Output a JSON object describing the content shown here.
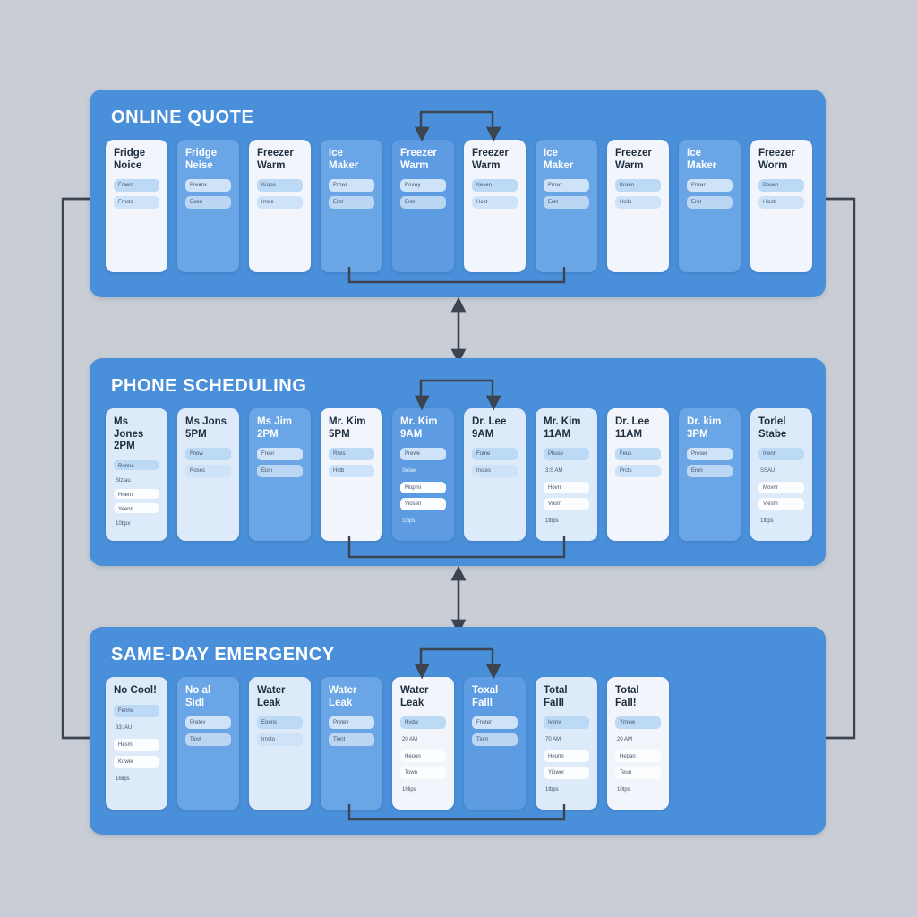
{
  "canvas": {
    "background": "#c9ced6",
    "panel_color": "#4a8fd9",
    "connector_color": "#3c4450",
    "card_white": "#f2f6fc",
    "card_pale": "#dceafa",
    "card_blue": "#6aa6e6",
    "card_blue_dark": "#5d9ce3"
  },
  "panels": [
    {
      "id": "online-quote",
      "title": "ONLINE QUOTE",
      "cards": [
        {
          "title": "Fridge\nNoice",
          "variant": "v0",
          "rows": [
            {
              "text": "Fraerr",
              "style": "tint"
            },
            {
              "text": "Frnsts",
              "style": "tint2"
            }
          ]
        },
        {
          "title": "Fridge\nNeise",
          "variant": "v1",
          "rows": [
            {
              "text": "Preanv",
              "style": "tint"
            },
            {
              "text": "Eoen",
              "style": "tint2"
            }
          ]
        },
        {
          "title": "Freezer\nWarm",
          "variant": "v0",
          "rows": [
            {
              "text": "Kroos",
              "style": "tint"
            },
            {
              "text": "Irnde",
              "style": "tint2"
            }
          ]
        },
        {
          "title": "Ice\nMaker",
          "variant": "v1",
          "rows": [
            {
              "text": "Prnwr",
              "style": "tint"
            },
            {
              "text": "Eret",
              "style": "tint2"
            }
          ]
        },
        {
          "title": "Freezer\nWarm",
          "variant": "v3",
          "rows": [
            {
              "text": "Povwy",
              "style": "tint"
            },
            {
              "text": "Eret",
              "style": "tint2"
            }
          ]
        },
        {
          "title": "Freezer\nWarm",
          "variant": "v0",
          "rows": [
            {
              "text": "Kesen",
              "style": "tint"
            },
            {
              "text": "Hokt",
              "style": "tint2"
            }
          ]
        },
        {
          "title": "Ice\nMaker",
          "variant": "v1",
          "rows": [
            {
              "text": "Prnwr",
              "style": "tint"
            },
            {
              "text": "Eret",
              "style": "tint2"
            }
          ]
        },
        {
          "title": "Freezer\nWarm",
          "variant": "v0",
          "rows": [
            {
              "text": "Kroen",
              "style": "tint"
            },
            {
              "text": "Hcits",
              "style": "tint2"
            }
          ]
        },
        {
          "title": "Ice\nMaker",
          "variant": "v1",
          "rows": [
            {
              "text": "Prnwr",
              "style": "tint"
            },
            {
              "text": "Eret",
              "style": "tint2"
            }
          ]
        },
        {
          "title": "Freezer\nWorm",
          "variant": "v0",
          "rows": [
            {
              "text": "Bouen",
              "style": "tint"
            },
            {
              "text": "Hicsti",
              "style": "tint2"
            }
          ]
        }
      ]
    },
    {
      "id": "phone-scheduling",
      "title": "PHONE SCHEDULING",
      "cards": [
        {
          "title": "Ms Jones\n2PM",
          "variant": "v2",
          "rows": [
            {
              "text": "Ronne",
              "style": "tint"
            },
            {
              "text": "Stziau",
              "style": "bare"
            },
            {
              "text": "Hoem",
              "style": "solid"
            },
            {
              "text": "Yeenn",
              "style": "solid"
            },
            {
              "text": "10bpx",
              "style": "bare"
            }
          ]
        },
        {
          "title": "Ms Jons\n5PM",
          "variant": "v2",
          "rows": [
            {
              "text": "Fnow",
              "style": "tint"
            },
            {
              "text": "Roses",
              "style": "tint2"
            }
          ]
        },
        {
          "title": "Ms Jim\n2PM",
          "variant": "v1",
          "rows": [
            {
              "text": "Freer",
              "style": "tint"
            },
            {
              "text": "Eion",
              "style": "tint2"
            }
          ]
        },
        {
          "title": "Mr. Kim\n5PM",
          "variant": "v0",
          "rows": [
            {
              "text": "Rnxs",
              "style": "tint"
            },
            {
              "text": "Hctb",
              "style": "tint2"
            }
          ]
        },
        {
          "title": "Mr. Kim\n9AM",
          "variant": "v3",
          "rows": [
            {
              "text": "Prewe",
              "style": "tint"
            },
            {
              "text": "Selaw",
              "style": "bare"
            },
            {
              "text": "Mopmi",
              "style": "solid"
            },
            {
              "text": "Viosen",
              "style": "solid"
            },
            {
              "text": "1lbps",
              "style": "bare"
            }
          ]
        },
        {
          "title": "Dr. Lee\n9AM",
          "variant": "v2",
          "rows": [
            {
              "text": "Fome",
              "style": "tint"
            },
            {
              "text": "Instes",
              "style": "tint2"
            }
          ]
        },
        {
          "title": "Mr. Kim\n11AM",
          "variant": "v2",
          "rows": [
            {
              "text": "Phuse",
              "style": "tint"
            },
            {
              "text": "3:S AM",
              "style": "bare"
            },
            {
              "text": "Hovrr",
              "style": "solid"
            },
            {
              "text": "Vosrn",
              "style": "solid"
            },
            {
              "text": "1tbps",
              "style": "bare"
            }
          ]
        },
        {
          "title": "Dr. Lee\n11AM",
          "variant": "v0",
          "rows": [
            {
              "text": "Feus",
              "style": "tint"
            },
            {
              "text": "Prcts",
              "style": "tint2"
            }
          ]
        },
        {
          "title": "Dr. kim\n3PM",
          "variant": "v1",
          "rows": [
            {
              "text": "Preser",
              "style": "tint"
            },
            {
              "text": "Eron",
              "style": "tint2"
            }
          ]
        },
        {
          "title": "Torlel\nStabe",
          "variant": "v2",
          "rows": [
            {
              "text": "Inenr",
              "style": "tint"
            },
            {
              "text": "SSAU",
              "style": "bare"
            },
            {
              "text": "Movnr",
              "style": "solid"
            },
            {
              "text": "Viesm",
              "style": "solid"
            },
            {
              "text": "1tbps",
              "style": "bare"
            }
          ]
        }
      ]
    },
    {
      "id": "same-day-emergency",
      "title": "SAME-DAY EMERGENCY",
      "cards": [
        {
          "title": "No Cool!",
          "variant": "v2",
          "rows": [
            {
              "text": "Fennv",
              "style": "tint"
            },
            {
              "text": "33:IAU",
              "style": "bare"
            },
            {
              "text": "Hesm",
              "style": "solid"
            },
            {
              "text": "Kower",
              "style": "solid"
            },
            {
              "text": "16lips",
              "style": "bare"
            }
          ]
        },
        {
          "title": "No al\nSidl",
          "variant": "v1",
          "rows": [
            {
              "text": "Pretev",
              "style": "tint"
            },
            {
              "text": "Tiovt",
              "style": "tint2"
            }
          ]
        },
        {
          "title": "Water\nLeak",
          "variant": "v2",
          "rows": [
            {
              "text": "Eoens",
              "style": "tint"
            },
            {
              "text": "Irnsto",
              "style": "tint2"
            }
          ]
        },
        {
          "title": "Water\nLeak",
          "variant": "v1",
          "rows": [
            {
              "text": "Pretev",
              "style": "tint"
            },
            {
              "text": "Tiont",
              "style": "tint2"
            }
          ]
        },
        {
          "title": "Water\nLeak",
          "variant": "v0",
          "rows": [
            {
              "text": "Hvdw",
              "style": "tint"
            },
            {
              "text": "20 AM",
              "style": "bare"
            },
            {
              "text": "Heoon",
              "style": "solid"
            },
            {
              "text": "Town",
              "style": "solid"
            },
            {
              "text": "10lips",
              "style": "bare"
            }
          ]
        },
        {
          "title": "Toxal\nFalll",
          "variant": "v3",
          "rows": [
            {
              "text": "Fnster",
              "style": "tint"
            },
            {
              "text": "Tiom",
              "style": "tint2"
            }
          ]
        },
        {
          "title": "Total\nFalll",
          "variant": "v2",
          "rows": [
            {
              "text": "Ivenv",
              "style": "tint"
            },
            {
              "text": "70 AM",
              "style": "bare"
            },
            {
              "text": "Heonn",
              "style": "solid"
            },
            {
              "text": "Yiower",
              "style": "solid"
            },
            {
              "text": "1tbps",
              "style": "bare"
            }
          ]
        },
        {
          "title": "Total\nFall!",
          "variant": "v0",
          "rows": [
            {
              "text": "Yrnew",
              "style": "tint"
            },
            {
              "text": "20 AM",
              "style": "bare"
            },
            {
              "text": "Hepan",
              "style": "solid"
            },
            {
              "text": "Teun",
              "style": "solid"
            },
            {
              "text": "10tps",
              "style": "bare"
            }
          ]
        }
      ]
    }
  ],
  "connectors": {
    "bracket_top_label": "fan-out-bracket",
    "bracket_bottom_label": "fan-in-bracket",
    "between_sections_label": "bidirectional-link",
    "left_loop_label": "feedback-loop-left",
    "right_loop_label": "feedback-loop-right"
  }
}
